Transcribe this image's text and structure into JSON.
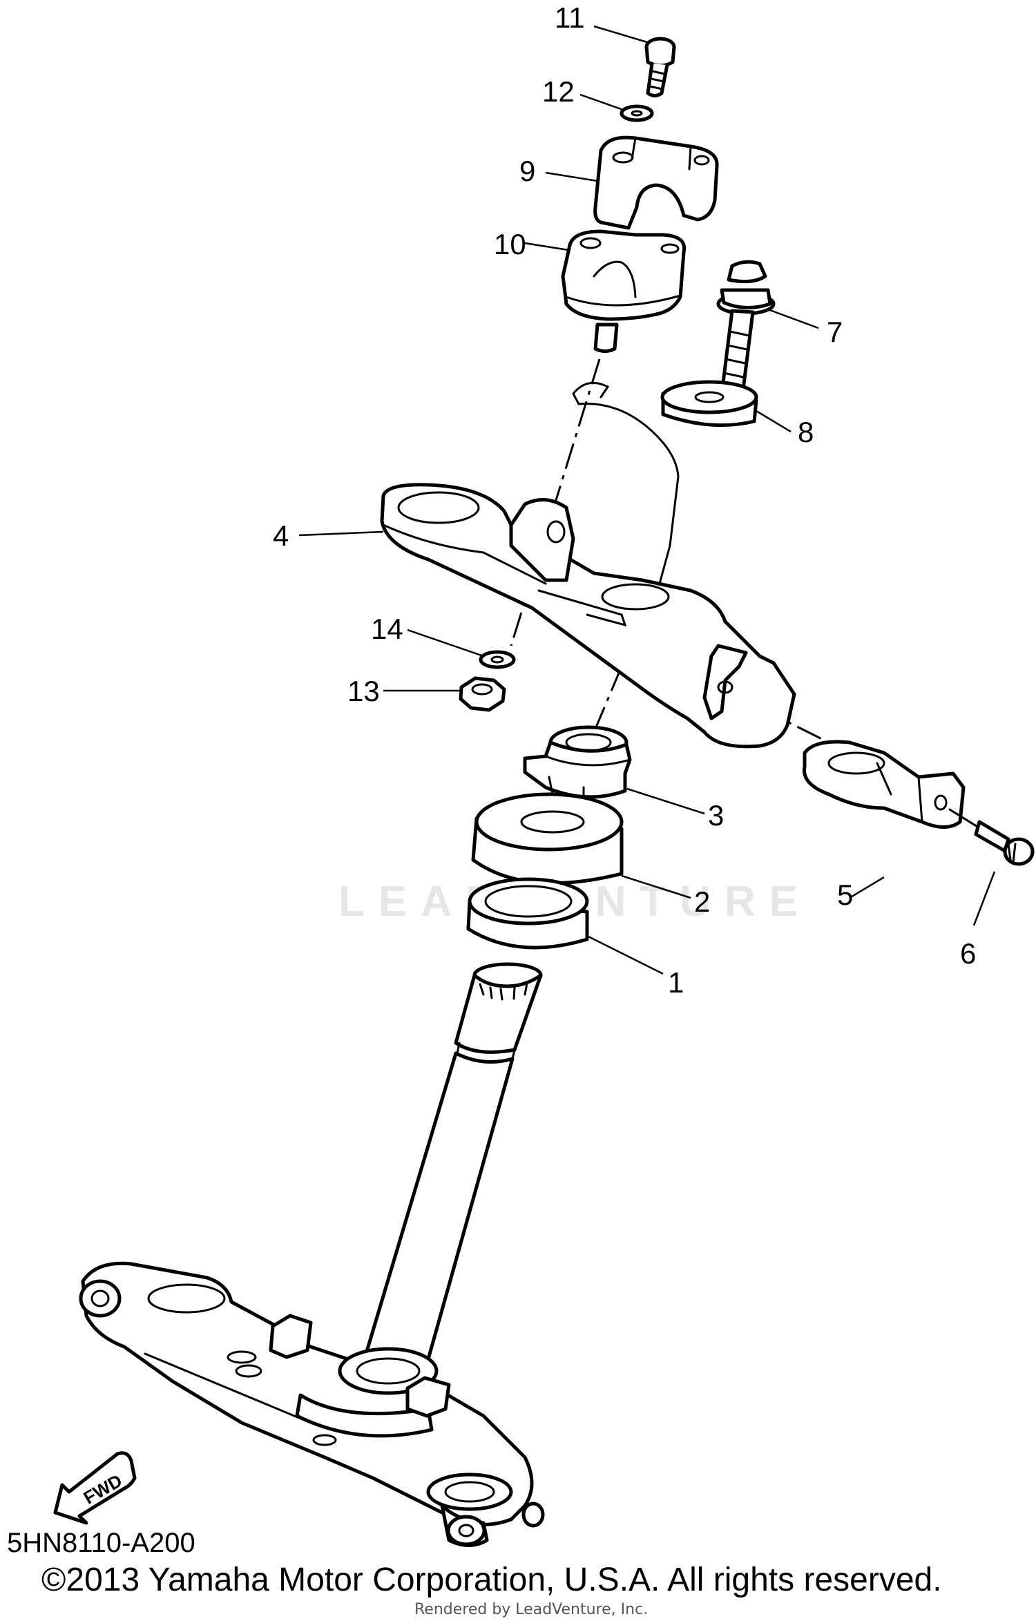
{
  "diagram": {
    "callouts": {
      "c1": "1",
      "c2": "2",
      "c3": "3",
      "c4": "4",
      "c5": "5",
      "c6": "6",
      "c7": "7",
      "c8": "8",
      "c9": "9",
      "c10": "10",
      "c11": "11",
      "c12": "12",
      "c13": "13",
      "c14": "14"
    },
    "fwd_label": "FWD",
    "diagram_code": "5HN8110-A200",
    "copyright": "©2013 Yamaha Motor Corporation, U.S.A. All rights reserved.",
    "rendered_by": "Rendered by LeadVenture, Inc.",
    "watermark": "LEADVENTURE"
  }
}
